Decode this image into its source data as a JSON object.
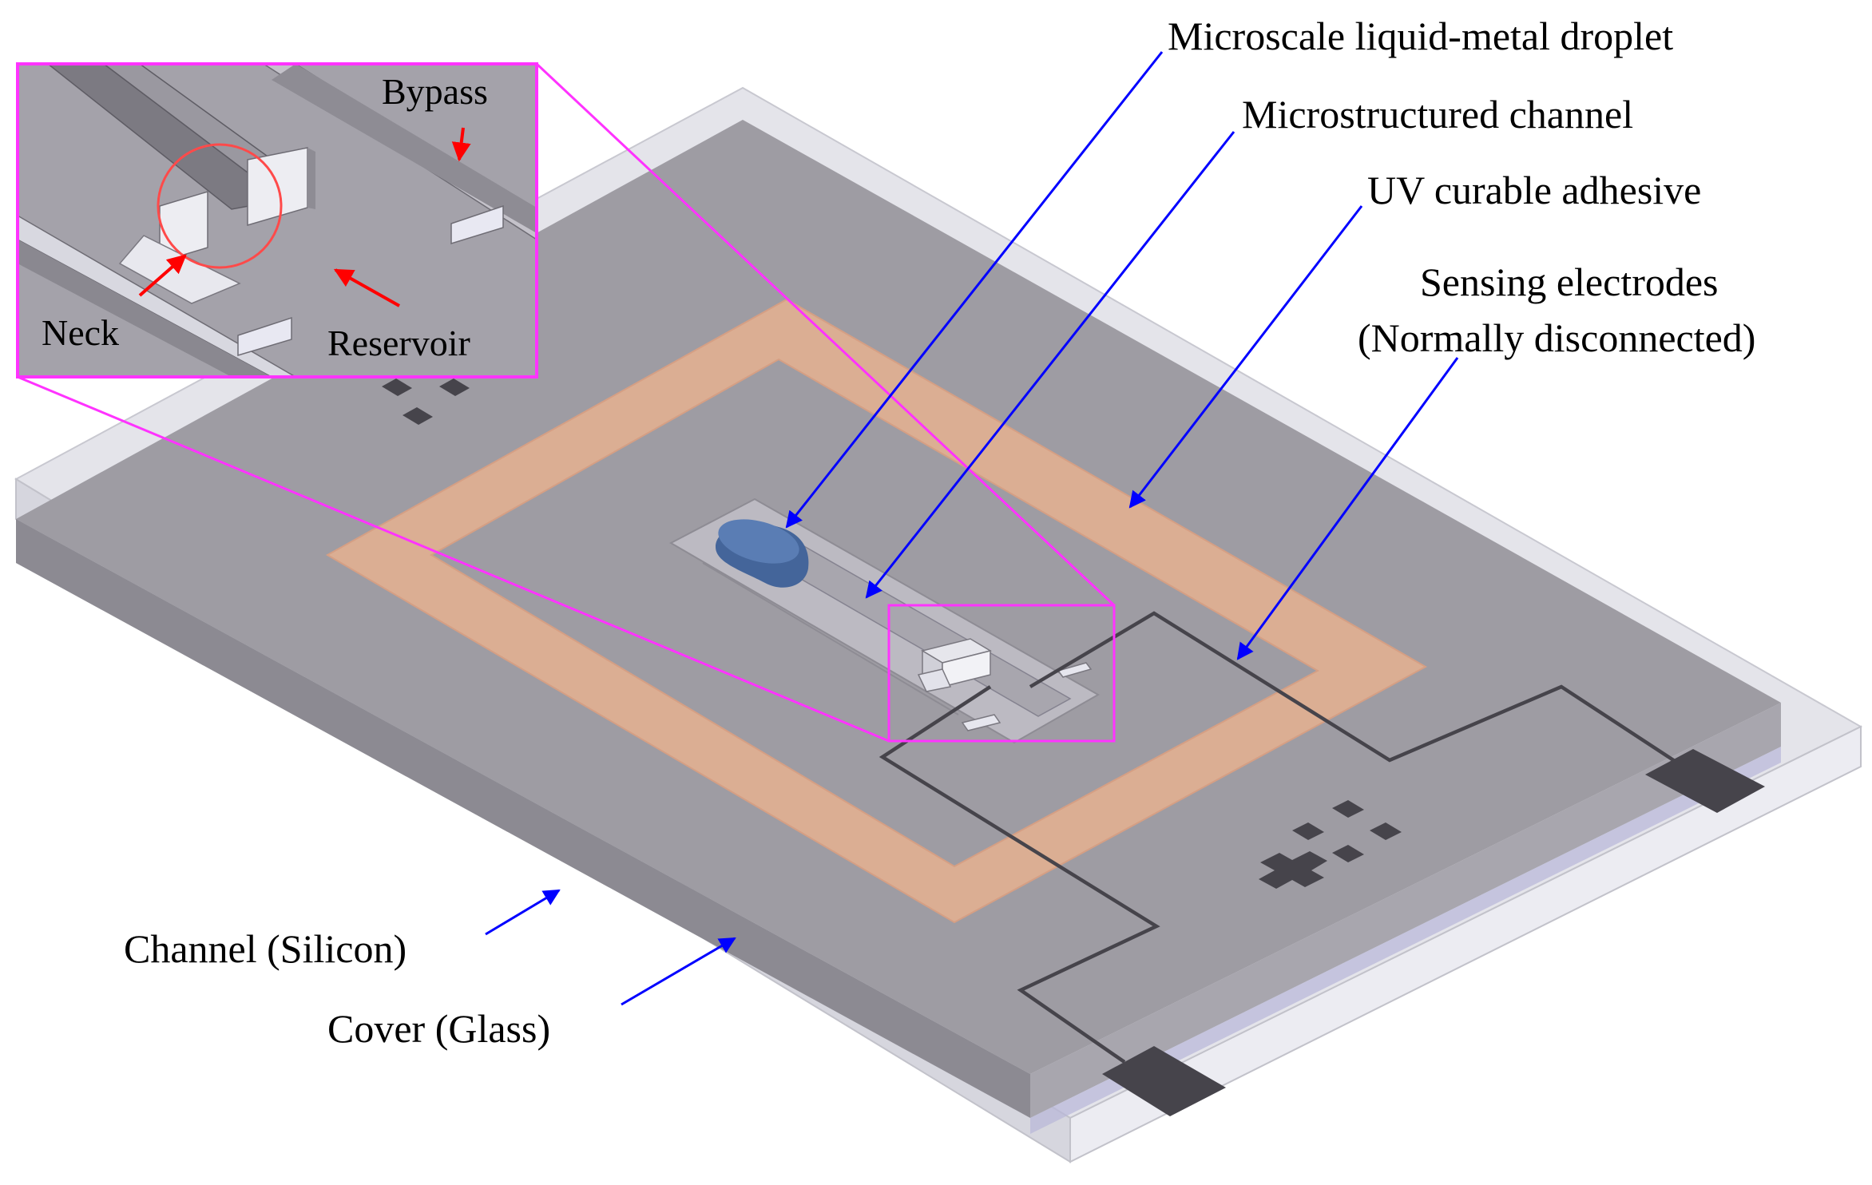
{
  "labels": {
    "droplet": "Microscale liquid-metal droplet",
    "channel": "Microstructured channel",
    "adhesive": "UV curable adhesive",
    "electrodes_line1": "Sensing electrodes",
    "electrodes_line2": "(Normally disconnected)",
    "silicon": "Channel (Silicon)",
    "glass": "Cover (Glass)"
  },
  "inset": {
    "bypass": "Bypass",
    "neck": "Neck",
    "reservoir": "Reservoir"
  },
  "colors": {
    "glass_layer": "#dcdce2",
    "silicon_top": "#9e9ca3",
    "silicon_side": "#8c8a92",
    "adhesive": "#f0b48e",
    "droplet": "#4a6fa5",
    "electrode": "#46444b",
    "callout_arrow": "#0000ff",
    "inset_arrow": "#ff0000",
    "inset_frame": "#ff33ff",
    "highlight_circle": "#ff4a4a"
  }
}
